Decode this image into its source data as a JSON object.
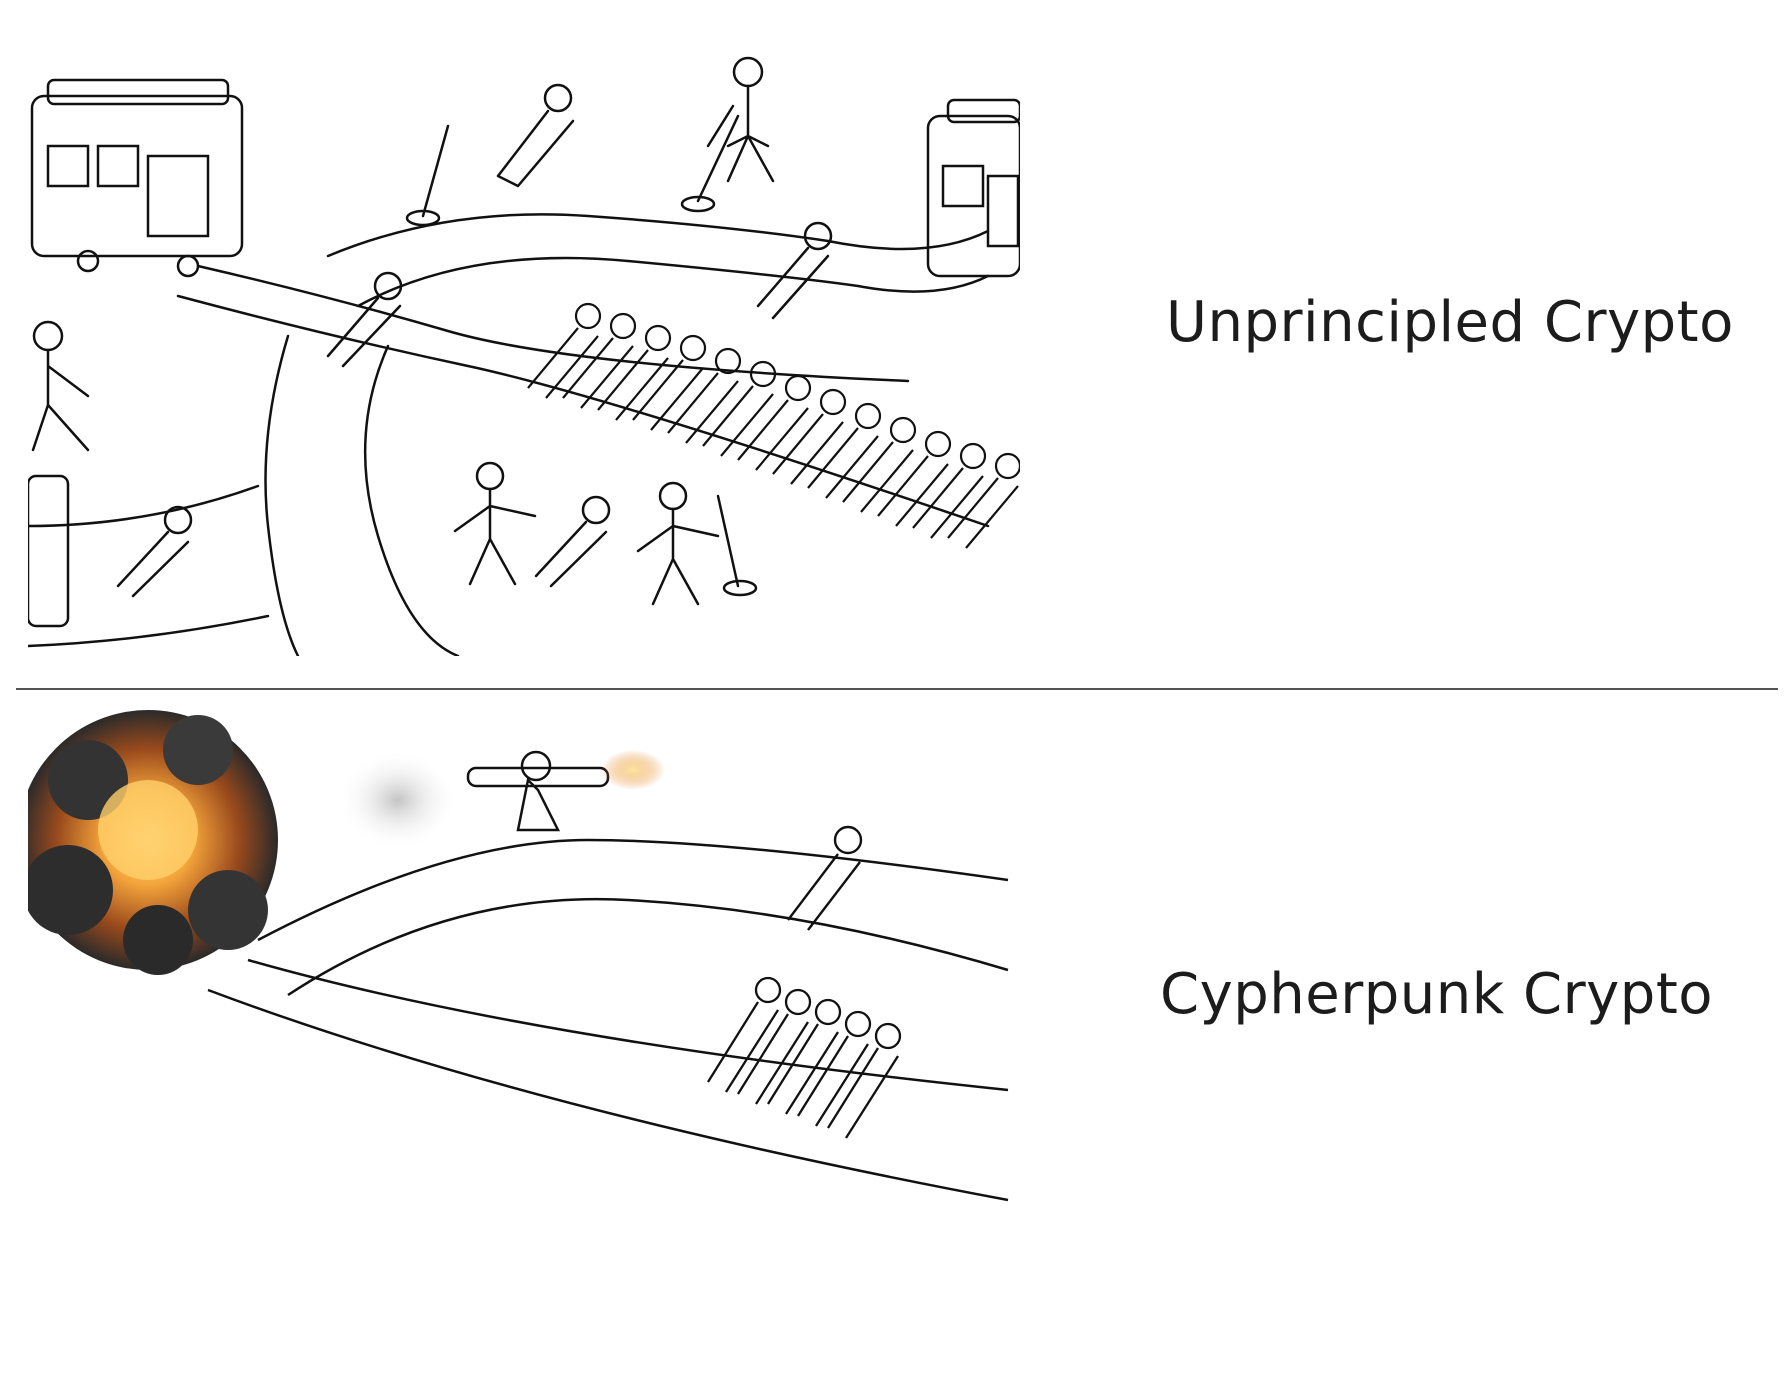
{
  "meme": {
    "top_caption": "Unprincipled Crypto",
    "bottom_caption": "Cypherpunk Crypto"
  },
  "icons": {
    "top_illustration": "trolley-problem-drawing",
    "bottom_illustration": "explosion-bazooka-trolley-drawing"
  },
  "colors": {
    "background": "#ffffff",
    "text": "#1c1c1c",
    "divider": "#555555",
    "explosion_core": "#f3a33a",
    "smoke": "#3a3a3a"
  }
}
